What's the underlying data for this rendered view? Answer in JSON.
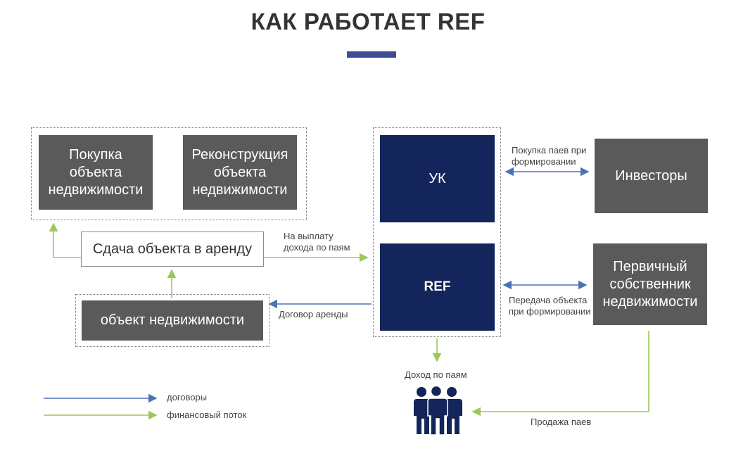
{
  "title": "КАК РАБОТАЕТ REF",
  "colors": {
    "contracts": "#4a74b4",
    "financial": "#9cc85a",
    "navy": "#13255a",
    "gray": "#5a5a5a",
    "accent": "#3f4d96"
  },
  "boxes": {
    "purchase": "Покупка\nобъекта\nнедвижимости",
    "reconstruction": "Реконструкция\nобъекта\nнедвижимости",
    "rent": "Сдача объекта в аренду",
    "property": "объект недвижимости",
    "uk": "УК",
    "ref": "REF",
    "investors": "Инвесторы",
    "owner": "Первичный\nсобственник\nнедвижимости"
  },
  "labels": {
    "payout": "На выплату\nдохода по паям",
    "lease": "Договор аренды",
    "buy_units": "Покупка паев при\nформировании",
    "transfer": "Передача объекта\nпри формировании",
    "income": "Доход по паям",
    "sale": "Продажа паев"
  },
  "legend": {
    "contracts": "договоры",
    "financial": "финансовый поток"
  },
  "icons": {
    "people": "people-group-icon"
  }
}
